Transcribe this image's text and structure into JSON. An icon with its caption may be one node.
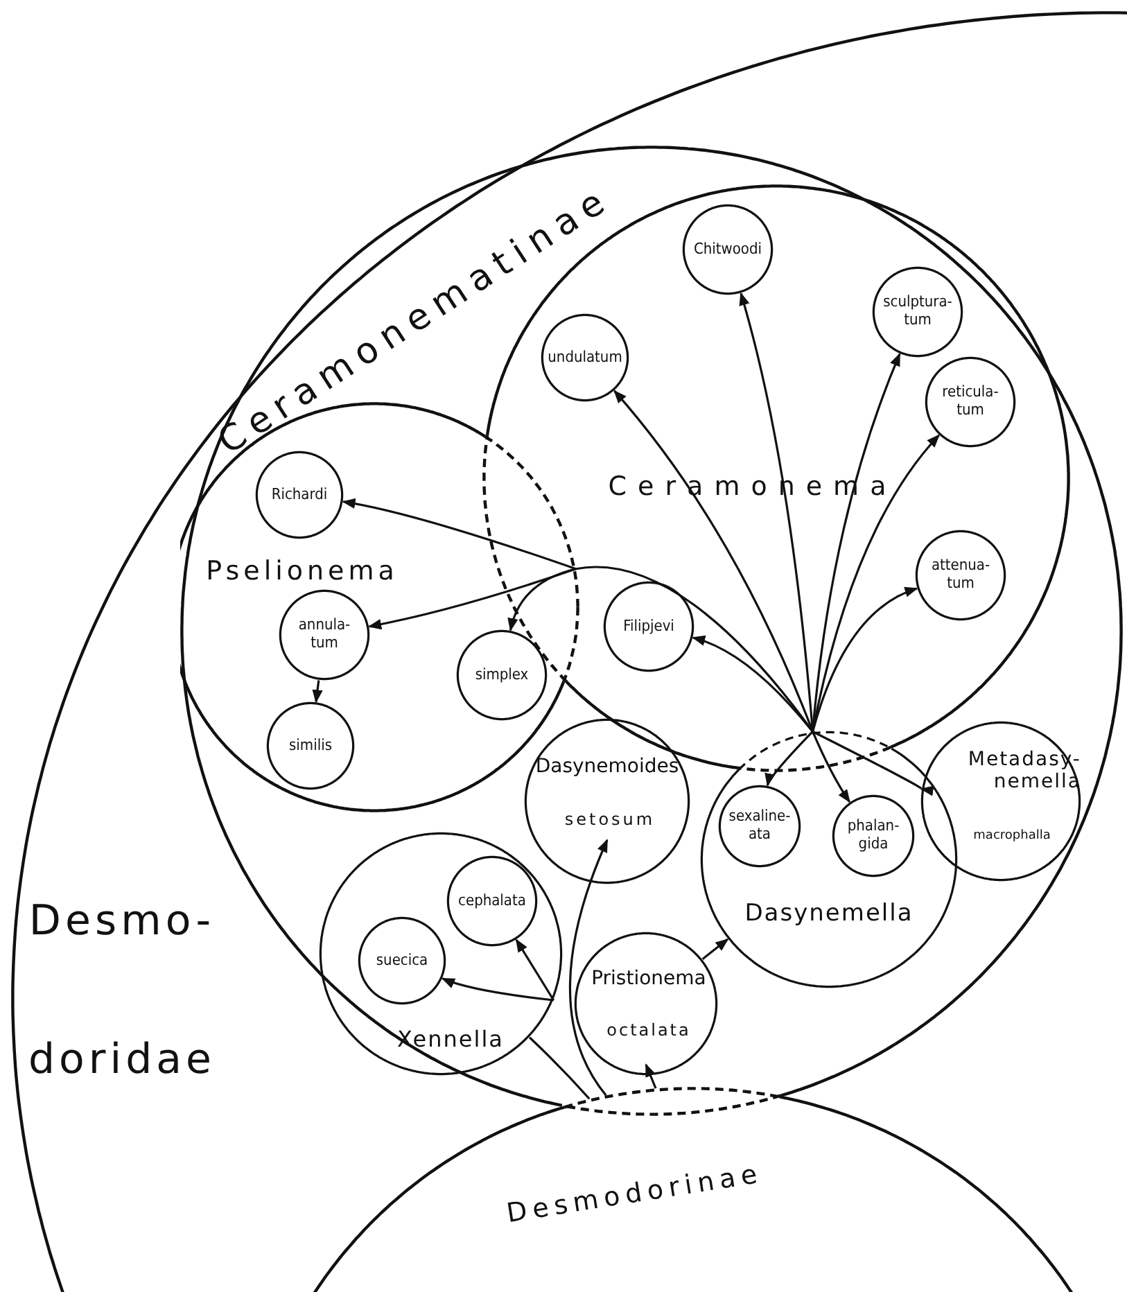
{
  "diagram": {
    "nodes": [
      {
        "text": [
          "Desmo- doridae"
        ]
      },
      {
        "text": [
          "Ceramonematinae"
        ],
        "in": 0
      },
      {
        "text": [
          "Ceramonema"
        ],
        "in": 1
      },
      {
        "text": [
          "Chitwoodi"
        ],
        "in": 2
      },
      {
        "text": [
          "sculptura- tum"
        ],
        "in": 2
      },
      {
        "text": [
          "undulatum"
        ],
        "in": 2
      },
      {
        "text": [
          "reticula- tum"
        ],
        "in": 2
      },
      {
        "text": [
          "Pselionema"
        ],
        "in": 1
      },
      {
        "text": [
          "Richardi"
        ],
        "in": 7
      },
      {
        "text": [
          "attenua- tum"
        ],
        "in": 2
      },
      {
        "text": [
          "annula- tum"
        ],
        "in": 7
      },
      {
        "text": [
          "simplex"
        ],
        "in": 7
      },
      {
        "text": [
          "Filipjevi"
        ],
        "in": 2
      },
      {
        "text": [
          "similis"
        ],
        "in": 7
      },
      {
        "text": [
          "Dasynemoides",
          "setosum"
        ],
        "in": 1
      },
      {
        "text": [
          "Dasynemella"
        ],
        "in": 1
      },
      {
        "text": [
          "sexaline- ata"
        ],
        "in": 15
      },
      {
        "text": [
          "phalan- gida"
        ],
        "in": 15
      },
      {
        "text": [
          "Metadasy- nemella",
          "macrophalla"
        ],
        "in": 1
      },
      {
        "text": [
          "Xennella"
        ],
        "in": 1
      },
      {
        "text": [
          "cephalata"
        ],
        "in": 19
      },
      {
        "text": [
          "suecica"
        ],
        "in": 19
      },
      {
        "text": [
          "Pristionema",
          "octalata"
        ],
        "in": 1
      },
      {
        "text": [
          "Desmodorinae"
        ],
        "in": 0
      }
    ],
    "edges": [
      {
        "from": 15,
        "to": 3,
        "arrow": "to"
      },
      {
        "from": 15,
        "to": 5,
        "arrow": "to"
      },
      {
        "from": 15,
        "to": 4,
        "arrow": "to"
      },
      {
        "from": 15,
        "to": 6,
        "arrow": "to"
      },
      {
        "from": 15,
        "to": 9,
        "arrow": "to"
      },
      {
        "from": 15,
        "to": 12,
        "arrow": "to"
      },
      {
        "from": 15,
        "to": 7,
        "arrow": "none"
      },
      {
        "from": 7,
        "to": 8,
        "arrow": "to"
      },
      {
        "from": 7,
        "to": 10,
        "arrow": "to"
      },
      {
        "from": 7,
        "to": 11,
        "arrow": "to"
      },
      {
        "from": 10,
        "to": 13,
        "arrow": "to"
      },
      {
        "from": 15,
        "to": 16,
        "arrow": "to"
      },
      {
        "from": 15,
        "to": 17,
        "arrow": "to"
      },
      {
        "from": 15,
        "to": 18,
        "arrow": "to"
      },
      {
        "from": 22,
        "to": 15,
        "arrow": "to"
      },
      {
        "from": 23,
        "to": 22,
        "arrow": "to"
      },
      {
        "from": 23,
        "to": 14,
        "arrow": "to"
      },
      {
        "from": 23,
        "to": 19,
        "arrow": "none"
      },
      {
        "from": 19,
        "to": 21,
        "arrow": "to"
      },
      {
        "from": 19,
        "to": 20,
        "arrow": "to"
      }
    ]
  }
}
